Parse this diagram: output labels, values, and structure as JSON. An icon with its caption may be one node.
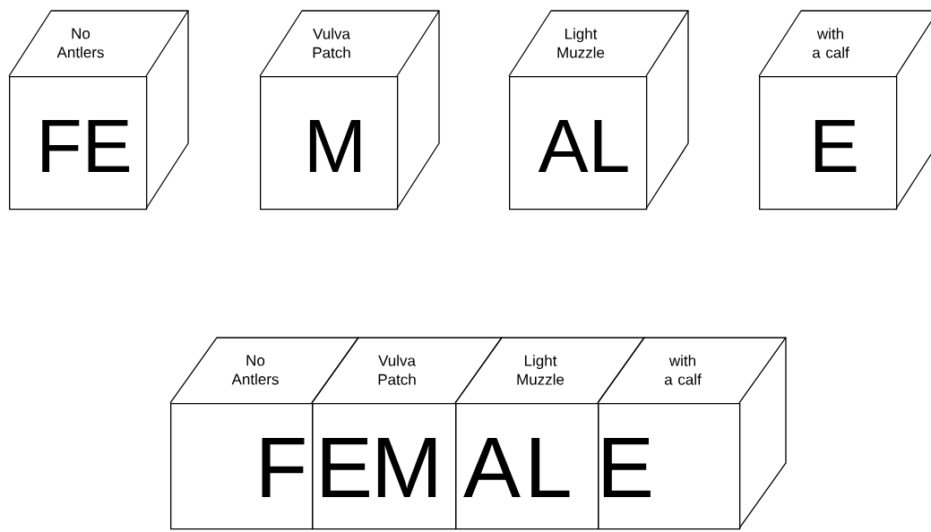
{
  "diagram": {
    "nodes": [
      {
        "text": [
          "No Antlers",
          "FE"
        ]
      },
      {
        "text": [
          "Vulva Patch",
          "M"
        ]
      },
      {
        "text": [
          "Light Muzzle",
          "AL"
        ]
      },
      {
        "text": [
          "with a calf",
          "E"
        ]
      },
      {
        "text": [
          "No Antlers"
        ]
      },
      {
        "text": [
          "Vulva Patch"
        ]
      },
      {
        "text": [
          "Light Muzzle"
        ]
      },
      {
        "text": [
          "with a calf"
        ]
      }
    ],
    "labels": [
      "F",
      "E",
      "M",
      "A",
      "L",
      "E"
    ]
  }
}
